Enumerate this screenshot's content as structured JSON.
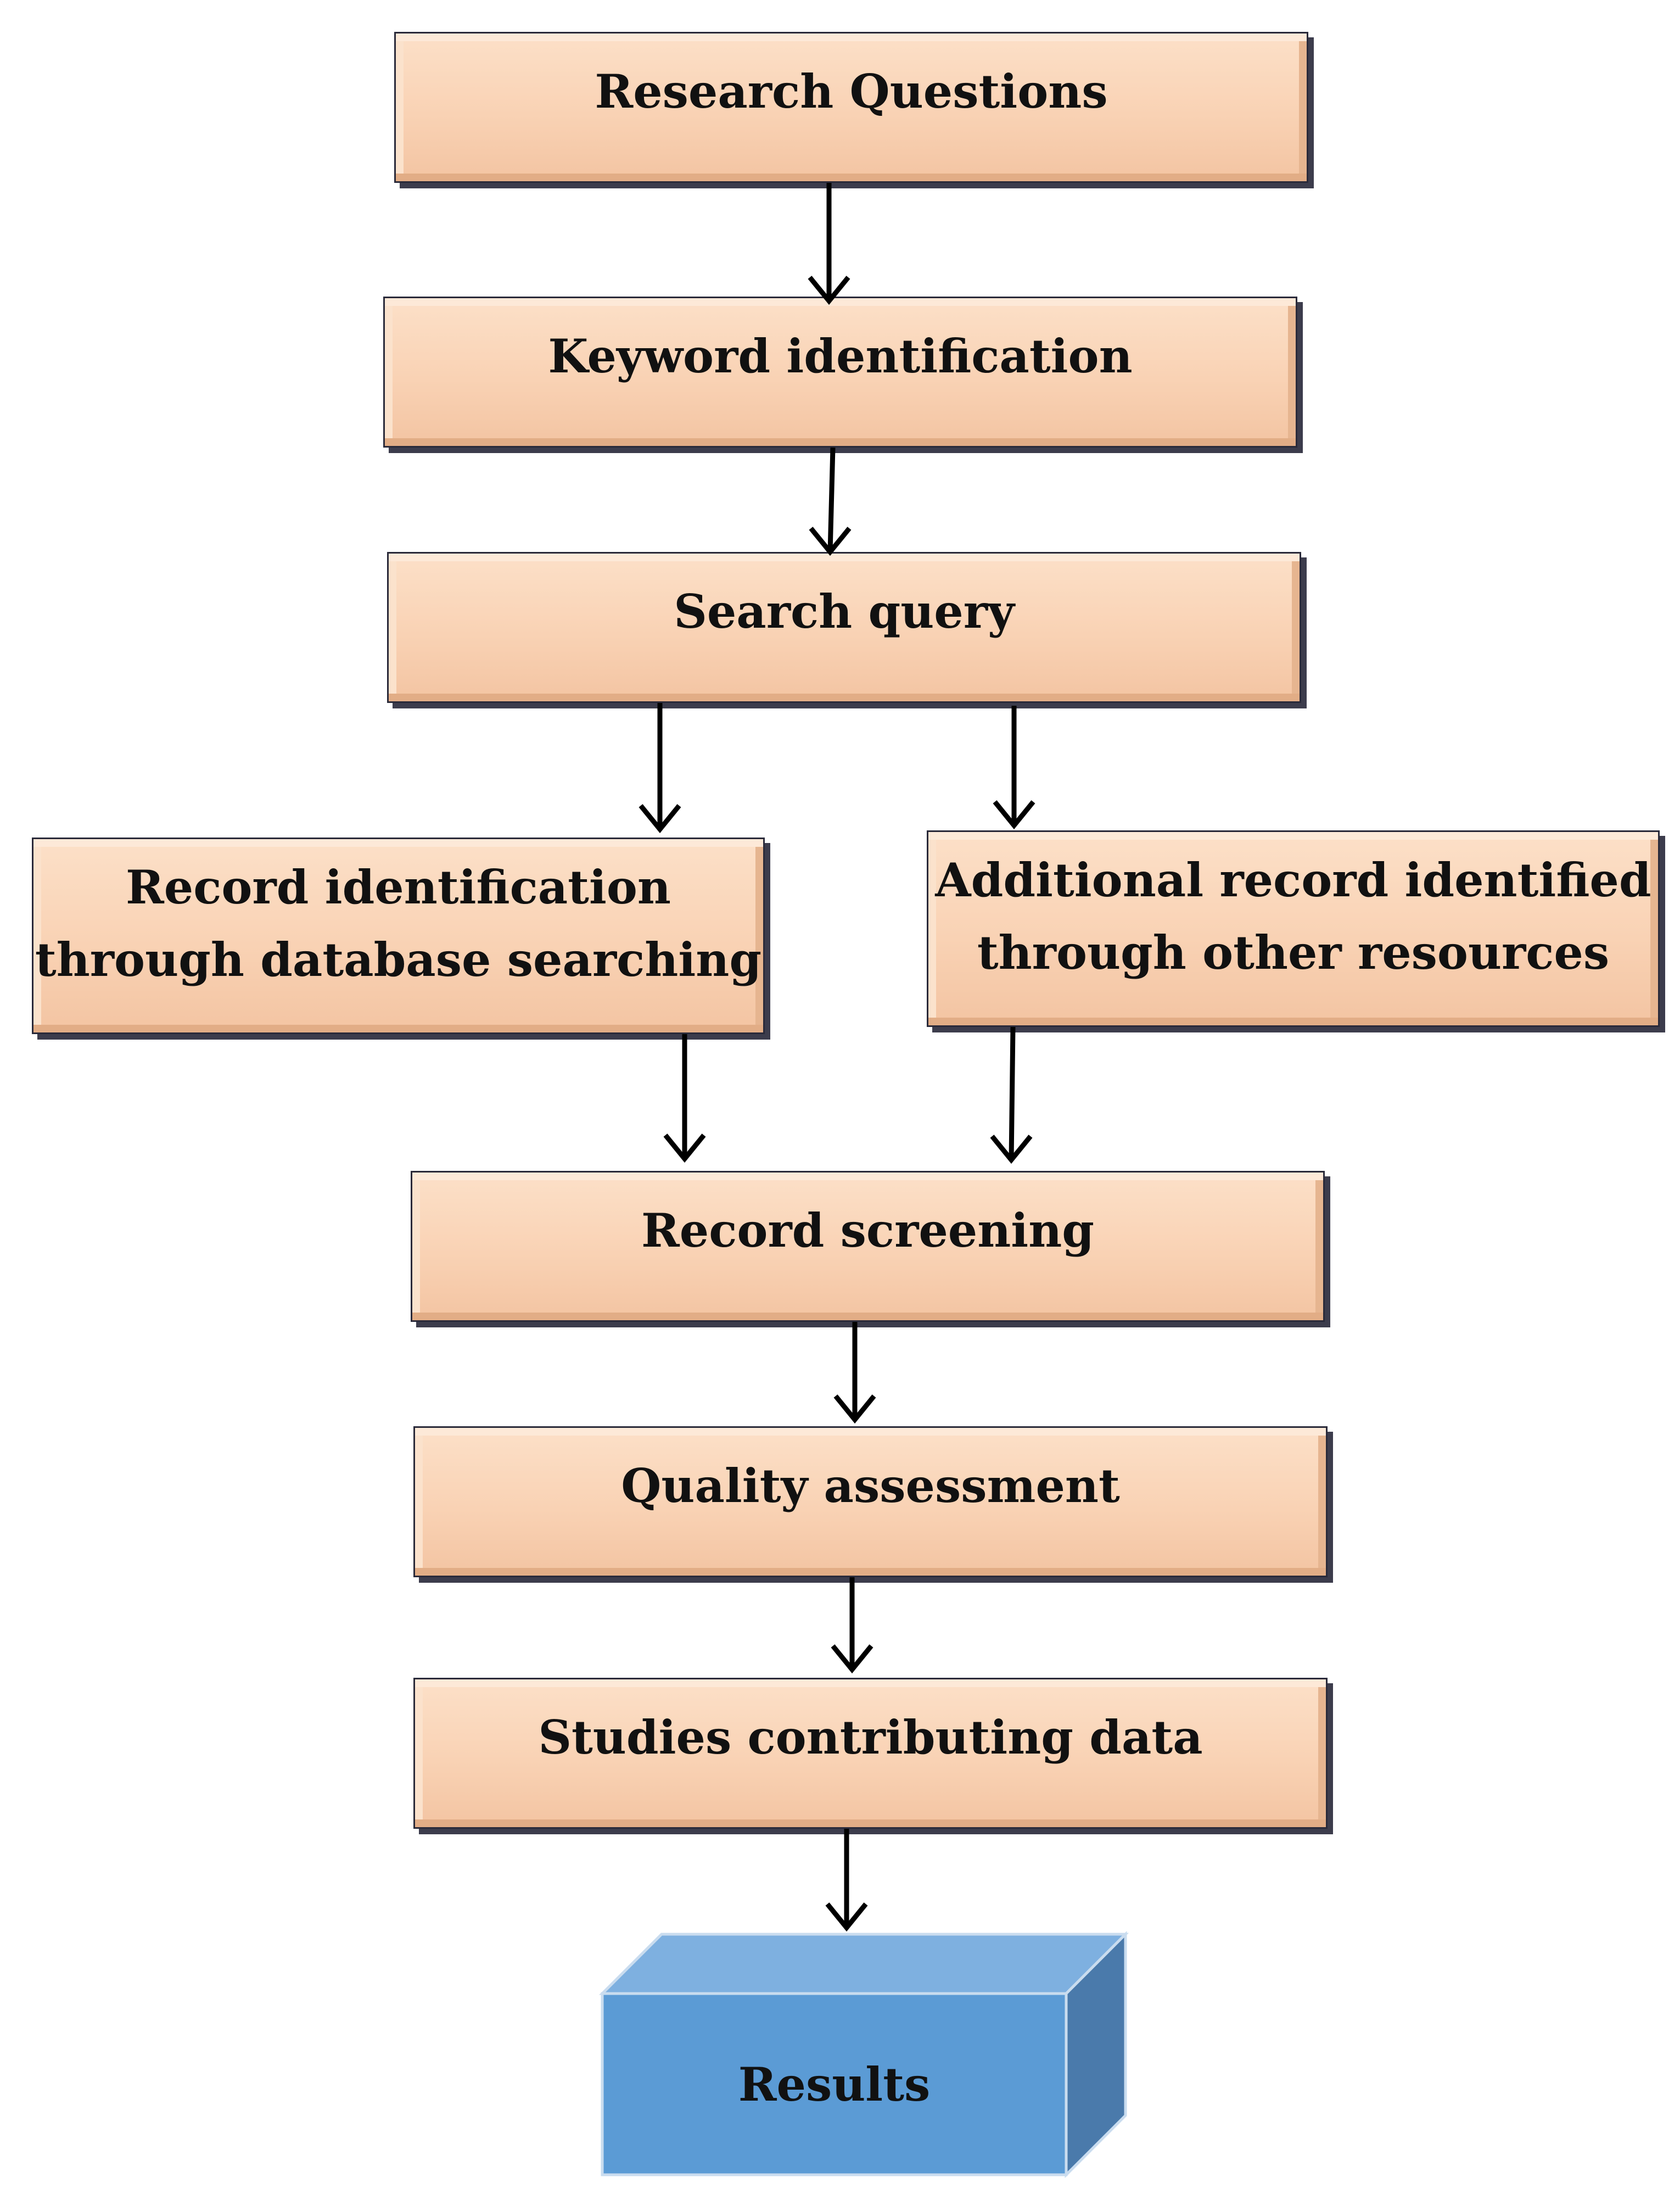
{
  "diagram": {
    "nodes": {
      "research_questions": "Research Questions",
      "keyword_identification": "Keyword identification",
      "search_query": "Search query",
      "record_identification": [
        "Record identification",
        "through database searching"
      ],
      "additional_record": [
        "Additional record identified",
        "through other resources"
      ],
      "record_screening": "Record screening",
      "quality_assessment": "Quality assessment",
      "studies_contributing": "Studies contributing data",
      "results": "Results"
    },
    "edges": [
      [
        "Research Questions",
        "Keyword identification"
      ],
      [
        "Keyword identification",
        "Search query"
      ],
      [
        "Search query",
        "Record identification through database searching"
      ],
      [
        "Search query",
        "Additional record identified through other resources"
      ],
      [
        "Record identification through database searching",
        "Record screening"
      ],
      [
        "Additional record identified through other resources",
        "Record screening"
      ],
      [
        "Record screening",
        "Quality assessment"
      ],
      [
        "Quality assessment",
        "Studies contributing data"
      ],
      [
        "Studies contributing data",
        "Results"
      ]
    ],
    "colors": {
      "box_fill": "#f9d2b4",
      "results_front": "#5b9bd5",
      "results_top": "#7eb0e0",
      "results_side": "#4a7aab",
      "arrow": "#000000"
    }
  }
}
